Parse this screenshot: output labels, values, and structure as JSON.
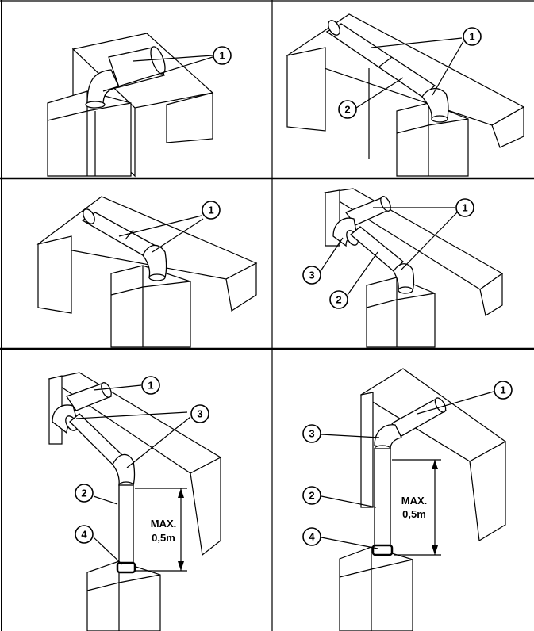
{
  "callouts": {
    "one": "1",
    "two": "2",
    "three": "3",
    "four": "4"
  },
  "dimension": {
    "max_label": "MAX.",
    "value_label": "0,5m"
  }
}
